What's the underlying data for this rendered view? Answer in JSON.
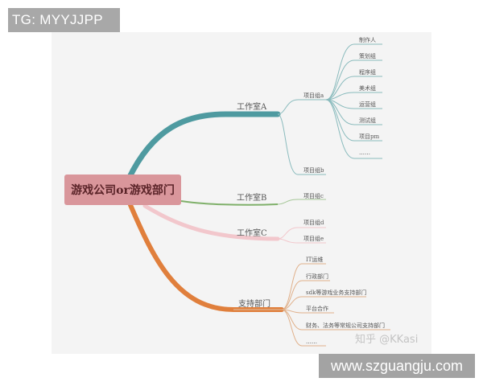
{
  "watermark_top": "TG: MYYJJPP",
  "watermark_bottom": "www.szguangju.com",
  "zhihu_credit": "知乎 @KKasi",
  "colors": {
    "canvas_bg": "#f4f4f4",
    "root_bg": "#d9969b",
    "branch_a": "#4e9aa0",
    "branch_b": "#7fb06a",
    "branch_c": "#f2c7cc",
    "branch_support": "#e07f3c"
  },
  "mindmap": {
    "root": "游戏公司or游戏部门",
    "branches": [
      {
        "label": "工作室A",
        "children": [
          {
            "label": "项目组a",
            "children": [
              "制作人",
              "策划组",
              "程序组",
              "美术组",
              "运营组",
              "测试组",
              "项目pm",
              "……"
            ]
          },
          {
            "label": "项目组b",
            "children": []
          }
        ]
      },
      {
        "label": "工作室B",
        "children": [
          {
            "label": "项目组c",
            "children": []
          }
        ]
      },
      {
        "label": "工作室C",
        "children": [
          {
            "label": "项目组d",
            "children": []
          },
          {
            "label": "项目组e",
            "children": []
          }
        ]
      },
      {
        "label": "支持部门",
        "children": [
          {
            "label": "IT运维",
            "children": []
          },
          {
            "label": "行政部门",
            "children": []
          },
          {
            "label": "sdk等游戏业务支持部门",
            "children": []
          },
          {
            "label": "平台合作",
            "children": []
          },
          {
            "label": "财务、法务等常规公司支持部门",
            "children": []
          },
          {
            "label": "……",
            "children": []
          }
        ]
      }
    ]
  }
}
